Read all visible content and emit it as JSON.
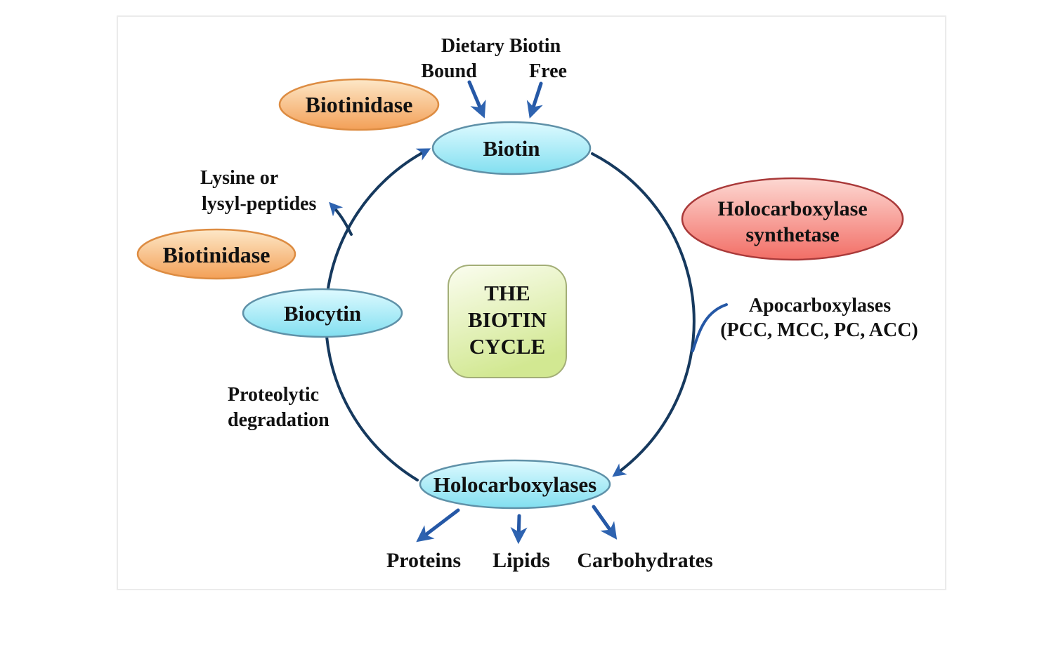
{
  "diagram": {
    "center_box": {
      "line1": "THE",
      "line2": "BIOTIN",
      "line3": "CYCLE"
    },
    "top": {
      "dietary_biotin": "Dietary Biotin",
      "bound": "Bound",
      "free": "Free"
    },
    "nodes": {
      "biotin": "Biotin",
      "biotinidase_top": "Biotinidase",
      "biotinidase_left": "Biotinidase",
      "biocytin": "Biocytin",
      "holocarboxylases": "Holocarboxylases",
      "holocarboxylase_synthetase_line1": "Holocarboxylase",
      "holocarboxylase_synthetase_line2": "synthetase"
    },
    "side_labels": {
      "lysine_line1": "Lysine or",
      "lysine_line2": "lysyl-peptides",
      "apocarboxylases_line1": "Apocarboxylases",
      "apocarboxylases_line2": "(PCC, MCC, PC, ACC)",
      "proteolytic_line1": "Proteolytic",
      "proteolytic_line2": "degradation"
    },
    "outputs": {
      "proteins": "Proteins",
      "lipids": "Lipids",
      "carbohydrates": "Carbohydrates"
    },
    "colors": {
      "circle_stroke": "#16395e",
      "arrow_stroke": "#2558a6",
      "arrowhead_fill": "#2e63b0",
      "text": "#111111",
      "orange_top": "#fde8c8",
      "orange_bottom": "#f3a057",
      "orange_border": "#dd8c42",
      "cyan_top": "#defaff",
      "cyan_bottom": "#82dff0",
      "cyan_border": "#5f91a8",
      "red_top": "#fdd8d2",
      "red_bottom": "#f26e66",
      "red_border": "#a93939",
      "green_top": "#fbfdf0",
      "green_bottom": "#d2e892",
      "green_border": "#a3ae77",
      "frame_border": "#ebebeb"
    }
  }
}
